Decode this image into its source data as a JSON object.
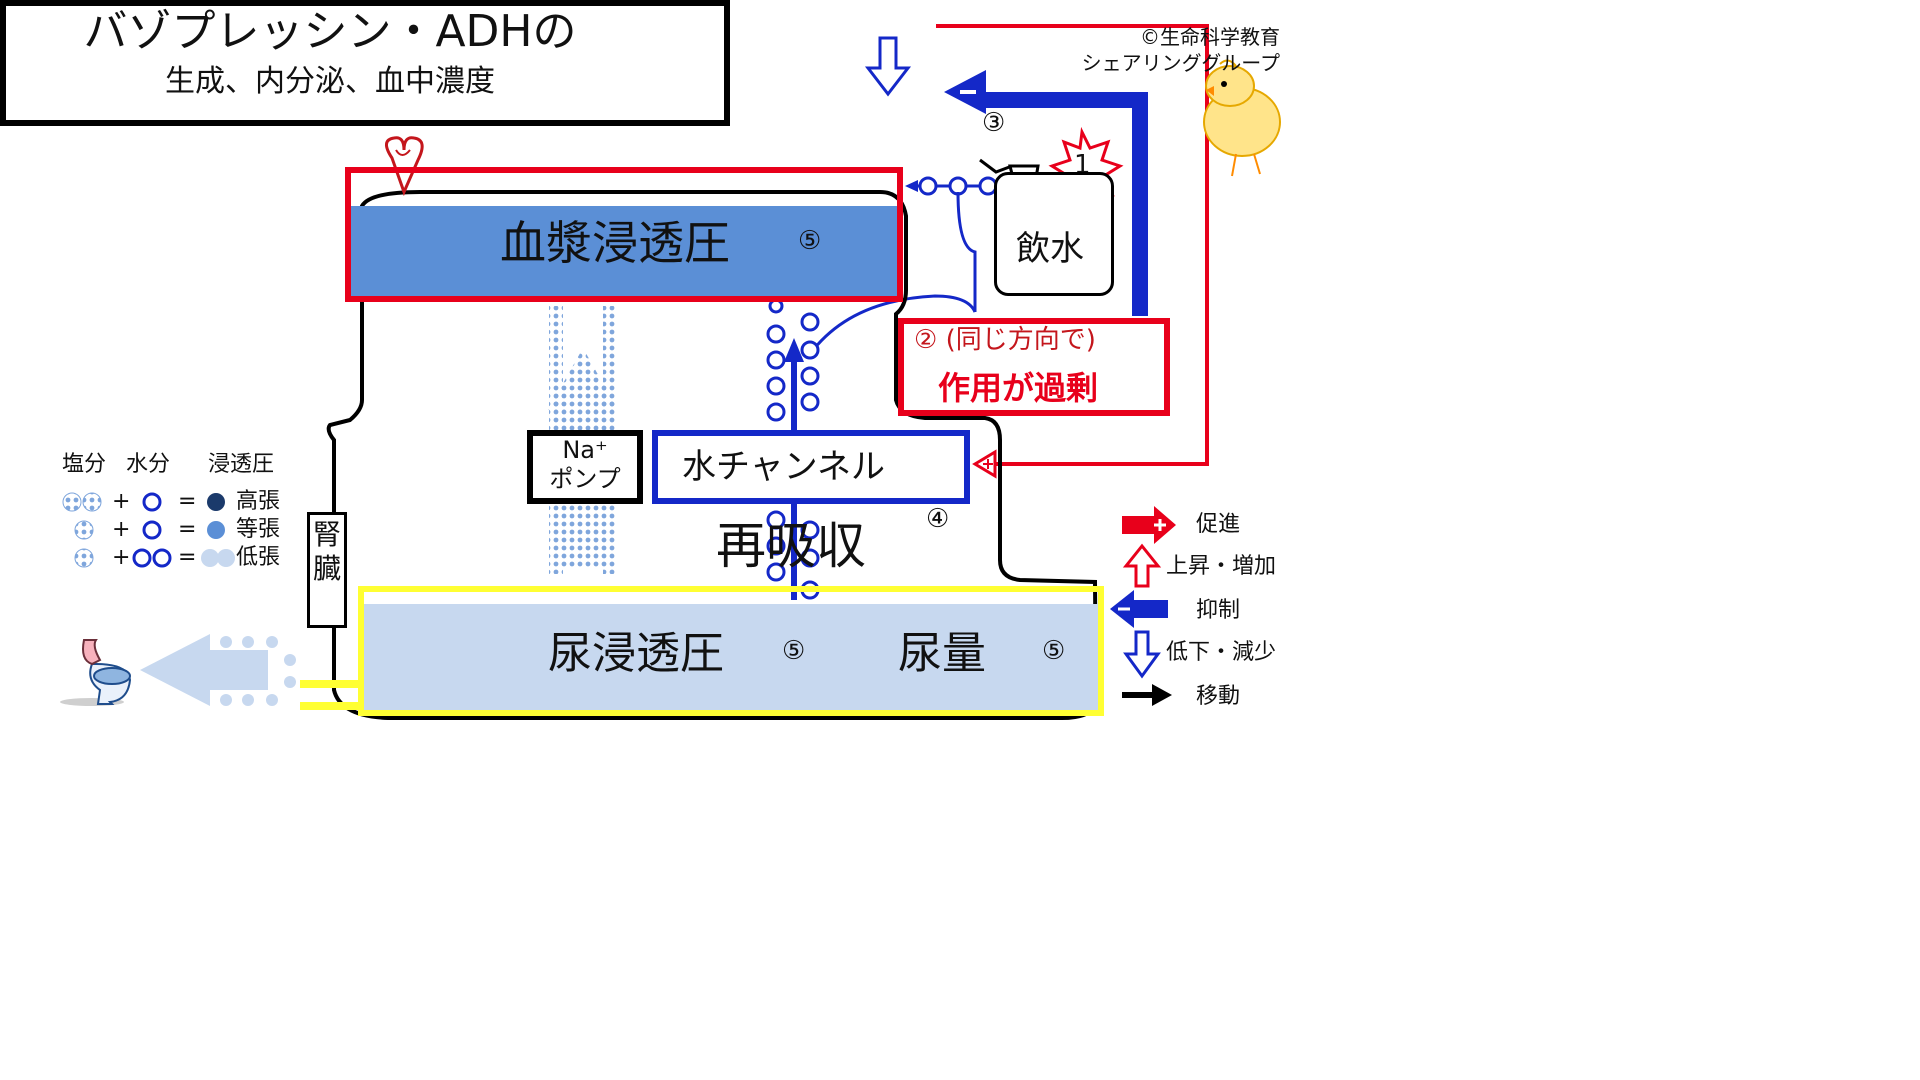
{
  "title": {
    "main": "バゾプレッシン・ADHの",
    "sub": "生成、内分泌、血中濃度"
  },
  "copyright": {
    "line1": "©生命科学教育",
    "line2": "シェアリンググループ"
  },
  "plasma": {
    "label": "血漿浸透圧",
    "num": "⑤"
  },
  "drink": {
    "label": "飲水",
    "num": "1"
  },
  "step3": "③",
  "excess": {
    "line1": "② (同じ方向で)",
    "line2": "作用が過剰"
  },
  "pump": {
    "line1": "Na⁺",
    "line2": "ポンプ"
  },
  "channel": {
    "label": "水チャンネル",
    "num": "④"
  },
  "reabsorption": "再吸収",
  "kidney": {
    "label": "腎臓"
  },
  "urine": {
    "osm_label": "尿浸透圧",
    "osm_num": "⑤",
    "vol_label": "尿量",
    "vol_num": "⑤"
  },
  "legend": {
    "headers": [
      "塩分",
      "水分",
      "浸透圧"
    ],
    "ops": [
      "+",
      "="
    ],
    "rows": [
      "高張",
      "等張",
      "低張"
    ]
  },
  "key": {
    "promote": "促進",
    "rise": "上昇・増加",
    "inhibit": "抑制",
    "fall": "低下・減少",
    "move": "移動"
  },
  "colors": {
    "red": "#e8001b",
    "blue": "#1428c8",
    "plasma": "#5b8fd6",
    "urine": "#c7d8ef",
    "yellow": "#ffff33",
    "hyper": "#1b3a6b",
    "iso": "#5b8fd6",
    "hypo": "#c7d8ef"
  },
  "icons": [
    "heart-icon",
    "chick-icon",
    "toilet-icon",
    "glass-icon",
    "burst-icon"
  ]
}
